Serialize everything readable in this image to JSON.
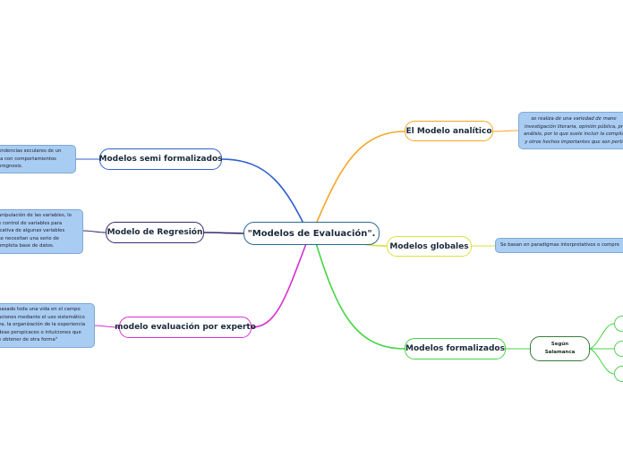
{
  "central": "\"Modelos de Evaluación\".",
  "right": {
    "analitico": {
      "label": "El Modelo analítico",
      "note": [
        "se realiza de una variedad de mane",
        "investigación literaria, opinión pública, pr",
        "análisis, por lo que suele incluir la compila",
        "y otros hechos importantes que son perti"
      ]
    },
    "globales": {
      "label": "Modelos globales",
      "note": "Se basan en paradigmas interpretativos o compre"
    },
    "formalizados": {
      "label": "Modelos formalizados",
      "sub": [
        "Según",
        "Salamanca"
      ]
    }
  },
  "left": {
    "semi": {
      "label": "Modelos semi formalizados",
      "note": [
        "endencias seculares de un",
        "ta con comportamientos",
        "prognosis."
      ]
    },
    "regresion": {
      "label": "Modelo de Regresión",
      "note": [
        "anipulación de las variables, lo",
        "e control de variables para",
        "icativa de algunas variables",
        "se necesitan una serie de",
        "ompleta base de datos."
      ]
    },
    "experto": {
      "label": "modelo evaluación por experto",
      "note": [
        "pasado toda una vida en el campo",
        "aciones mediante el uso sistemático",
        "va, la organización de la experiencia",
        "deas perspicaces o intuiciones que",
        "e obtener de otra forma\""
      ]
    }
  },
  "colors": {
    "analitico": "#f5a623",
    "globales": "#d8e23a",
    "formalizados": "#44d444",
    "semi": "#2f5fd0",
    "regresion": "#3a2a6a",
    "experto": "#d830d0",
    "note_fill": "#a9ccf2"
  }
}
